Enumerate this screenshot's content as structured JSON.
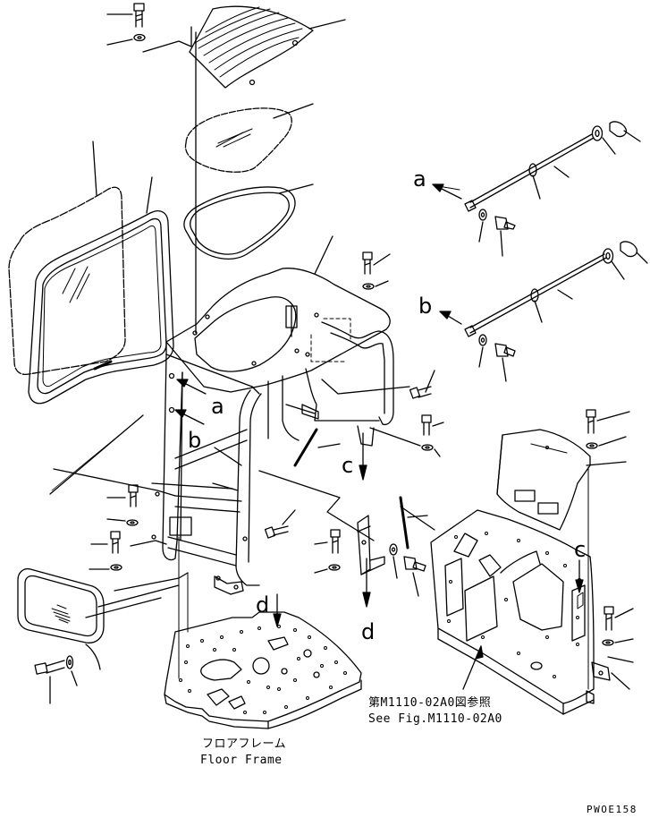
{
  "letters": {
    "a_arrow": "a",
    "b_arrow": "b",
    "a_cab": "a",
    "b_cab": "b",
    "c_mid": "c",
    "c_right": "c",
    "d_top": "d",
    "d_bottom": "d"
  },
  "references": {
    "floor_frame_jp": "フロアフレーム",
    "floor_frame_en": "Floor Frame",
    "see_fig_jp": "第M1110-02A0図参照",
    "see_fig_en": "See Fig.M1110-02A0"
  },
  "drawing_code": "PWOE158"
}
